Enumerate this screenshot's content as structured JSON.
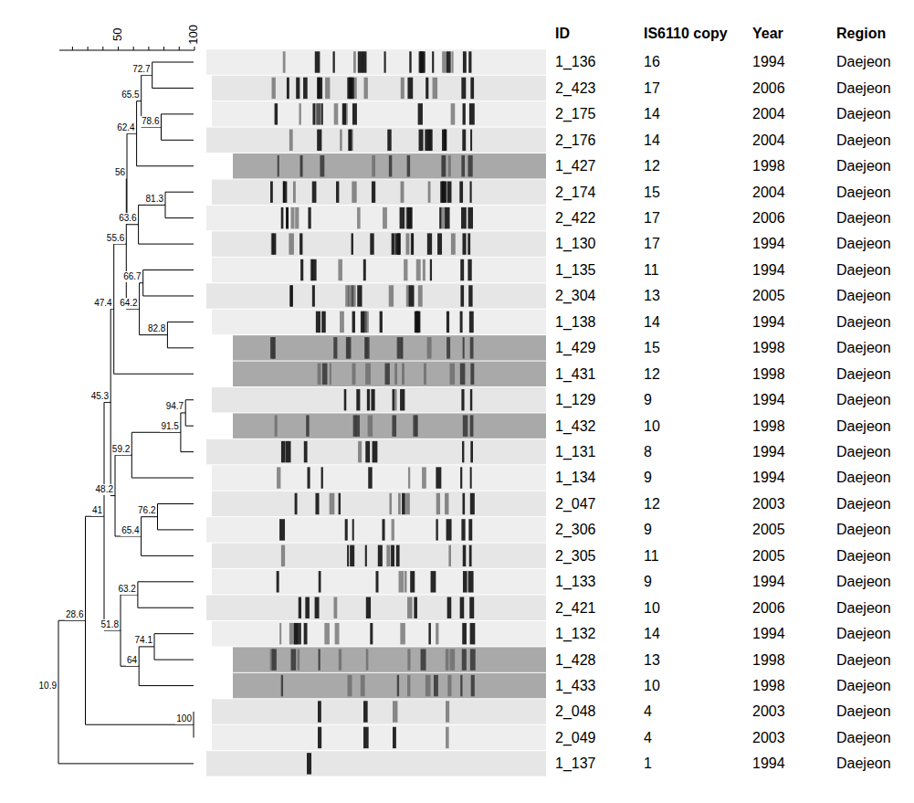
{
  "diagram": {
    "labels": [
      "50",
      "100",
      "72.7",
      "78.6",
      "65.5",
      "62.4",
      "81.3",
      "63.6",
      "56",
      "66.7",
      "82.8",
      "64.2",
      "55.6",
      "47.4",
      "94.7",
      "91.5",
      "59.2",
      "76.2",
      "65.4",
      "48.2",
      "45.3",
      "63.2",
      "74.1",
      "64",
      "51.8",
      "41",
      "100",
      "28.6",
      "10.9",
      "ID",
      "IS6110 copy",
      "Year",
      "Region",
      "1_136",
      "16",
      "1994",
      "Daejeon",
      "2_423",
      "17",
      "2006",
      "Daejeon",
      "2_175",
      "14",
      "2004",
      "Daejeon",
      "2_176",
      "14",
      "2004",
      "Daejeon",
      "1_427",
      "12",
      "1998",
      "Daejeon",
      "2_174",
      "15",
      "2004",
      "Daejeon",
      "2_422",
      "17",
      "2006",
      "Daejeon",
      "1_130",
      "17",
      "1994",
      "Daejeon",
      "1_135",
      "11",
      "1994",
      "Daejeon",
      "2_304",
      "13",
      "2005",
      "Daejeon",
      "1_138",
      "14",
      "1994",
      "Daejeon",
      "1_429",
      "15",
      "1998",
      "Daejeon",
      "1_431",
      "12",
      "1998",
      "Daejeon",
      "1_129",
      "9",
      "1994",
      "Daejeon",
      "1_432",
      "10",
      "1998",
      "Daejeon",
      "1_131",
      "8",
      "1994",
      "Daejeon",
      "1_134",
      "9",
      "1994",
      "Daejeon",
      "2_047",
      "12",
      "2003",
      "Daejeon",
      "2_306",
      "9",
      "2005",
      "Daejeon",
      "2_305",
      "11",
      "2005",
      "Daejeon",
      "1_133",
      "9",
      "1994",
      "Daejeon",
      "2_421",
      "10",
      "2006",
      "Daejeon",
      "1_132",
      "14",
      "1994",
      "Daejeon",
      "1_428",
      "13",
      "1998",
      "Daejeon",
      "1_433",
      "10",
      "1998",
      "Daejeon",
      "2_048",
      "4",
      "2003",
      "Daejeon",
      "2_049",
      "4",
      "2003",
      "Daejeon",
      "1_137",
      "1",
      "1994",
      "Daejeon"
    ]
  }
}
